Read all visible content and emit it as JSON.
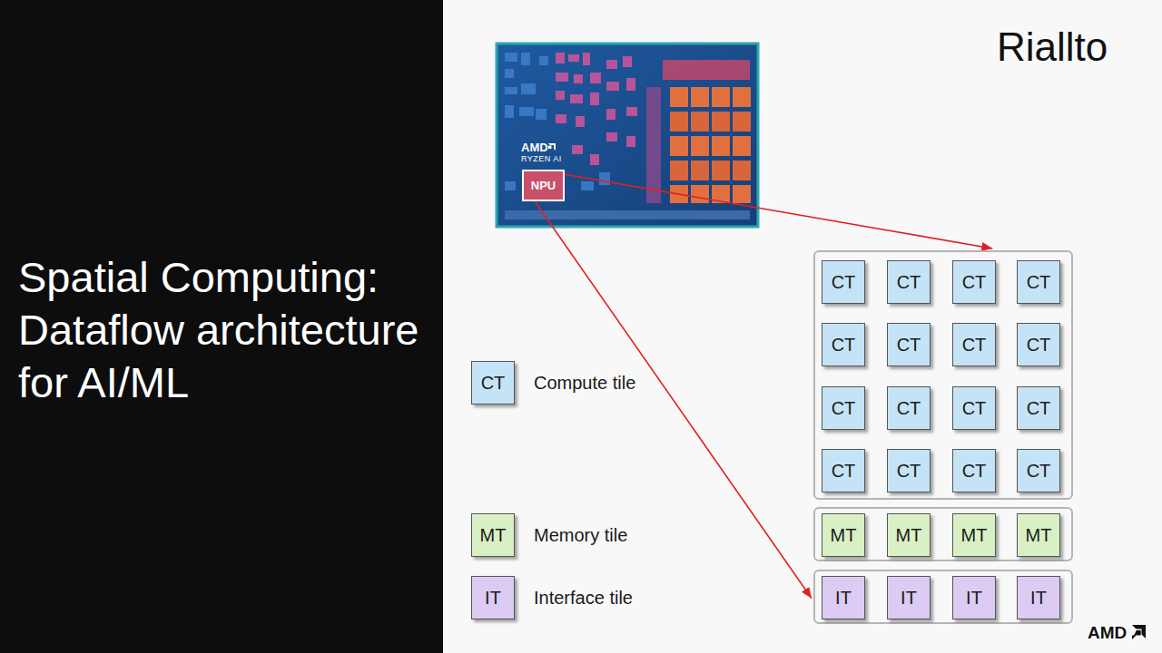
{
  "diagram": {
    "title": "Spatial Computing: Dataflow architecture for AI/ML",
    "nodes": [
      {
        "text": [
          "NPU"
        ]
      },
      {
        "text": []
      },
      {
        "text": [
          "CT"
        ],
        "in": 1
      },
      {
        "text": [
          "CT"
        ],
        "in": 1
      },
      {
        "text": [
          "CT"
        ],
        "in": 1
      },
      {
        "text": [
          "CT"
        ],
        "in": 1
      },
      {
        "text": [
          "CT"
        ],
        "in": 1
      },
      {
        "text": [
          "CT"
        ],
        "in": 1
      },
      {
        "text": [
          "CT"
        ],
        "in": 1
      },
      {
        "text": [
          "CT"
        ],
        "in": 1
      },
      {
        "text": [
          "CT"
        ],
        "in": 1
      },
      {
        "text": [
          "CT"
        ],
        "in": 1
      },
      {
        "text": [
          "CT"
        ],
        "in": 1
      },
      {
        "text": [
          "CT"
        ],
        "in": 1
      },
      {
        "text": [
          "CT"
        ],
        "in": 1
      },
      {
        "text": [
          "CT"
        ],
        "in": 1
      },
      {
        "text": [
          "CT"
        ],
        "in": 1
      },
      {
        "text": [
          "CT"
        ],
        "in": 1
      },
      {
        "text": []
      },
      {
        "text": [
          "MT"
        ],
        "in": 18
      },
      {
        "text": [
          "MT"
        ],
        "in": 18
      },
      {
        "text": [
          "MT"
        ],
        "in": 18
      },
      {
        "text": [
          "MT"
        ],
        "in": 18
      },
      {
        "text": []
      },
      {
        "text": [
          "IT"
        ],
        "in": 23
      },
      {
        "text": [
          "IT"
        ],
        "in": 23
      },
      {
        "text": [
          "IT"
        ],
        "in": 23
      },
      {
        "text": [
          "IT"
        ],
        "in": 23
      }
    ],
    "edges": [
      {
        "from": 0,
        "to": 1,
        "arrow": "to"
      },
      {
        "from": 0,
        "to": 23,
        "arrow": "to"
      }
    ],
    "labels": [
      "Riallto",
      "AMD",
      "RYZEN AI",
      "CT",
      "MT",
      "IT",
      "AMD"
    ],
    "legend": [
      {
        "text": "Compute tile",
        "color": "#c5e3f6"
      },
      {
        "text": "Memory tile",
        "color": "#d8f0c4"
      },
      {
        "text": "Interface tile",
        "color": "#dccbf3"
      }
    ]
  }
}
